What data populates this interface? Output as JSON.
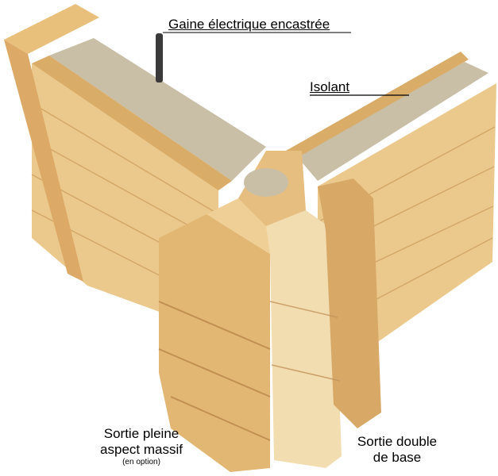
{
  "labels": {
    "conduit": "Gaine électrique encastrée",
    "insulation": "Isolant",
    "solid_exit_line1": "Sortie pleine",
    "solid_exit_line2": "aspect massif",
    "solid_exit_note": "(en option)",
    "double_exit_line1": "Sortie double",
    "double_exit_line2": "de base"
  },
  "colors": {
    "wood_light": "#F0D29A",
    "wood_mid": "#E2B774",
    "wood_dark": "#C8934E",
    "insulation": "#C9BEA6",
    "conduit": "#3A3A3A"
  }
}
